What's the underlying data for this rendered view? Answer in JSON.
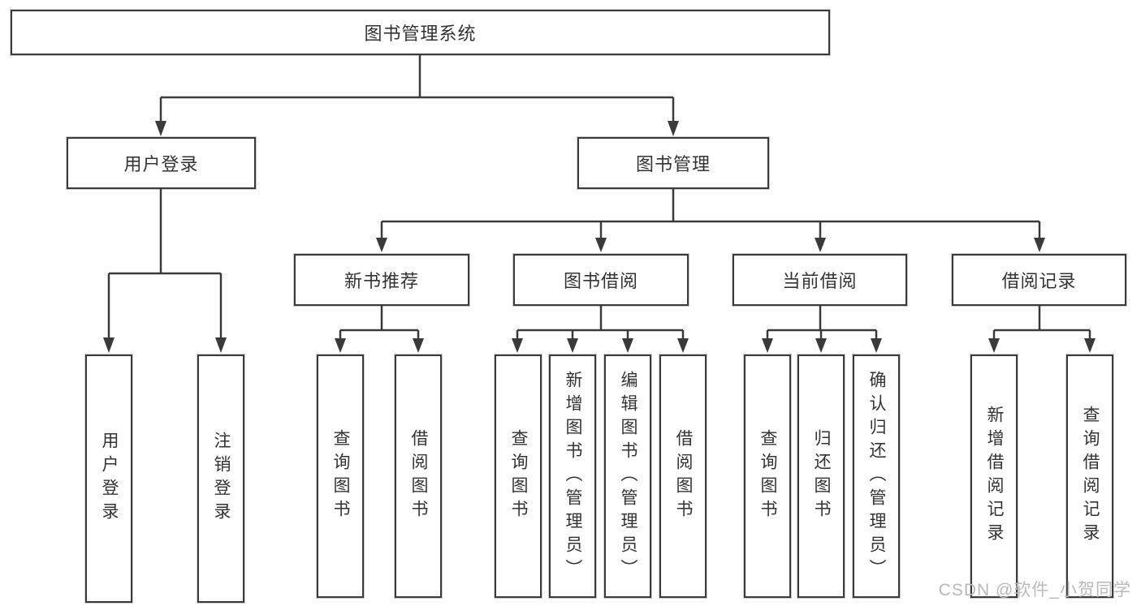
{
  "diagram": {
    "root": "图书管理系统",
    "level2": {
      "user_login": "用户登录",
      "book_mgmt": "图书管理"
    },
    "level3": {
      "new_books": "新书推荐",
      "borrowing": "图书借阅",
      "current": "当前借阅",
      "records": "借阅记录"
    },
    "leaves": {
      "user_login": [
        "用户登录",
        "注销登录"
      ],
      "new_books": [
        "查询图书",
        "借阅图书"
      ],
      "borrowing": [
        "查询图书",
        "新增图书（管理员）",
        "编辑图书（管理员）",
        "借阅图书"
      ],
      "current": [
        "查询图书",
        "归还图书",
        "确认归还（管理员）"
      ],
      "records": [
        "新增借阅记录",
        "查询借阅记录"
      ]
    },
    "colors": {
      "line": "#3a3a3a",
      "text": "#333333",
      "watermark": "#b9b9b9"
    },
    "watermark": "CSDN @软件_小贺同学"
  }
}
